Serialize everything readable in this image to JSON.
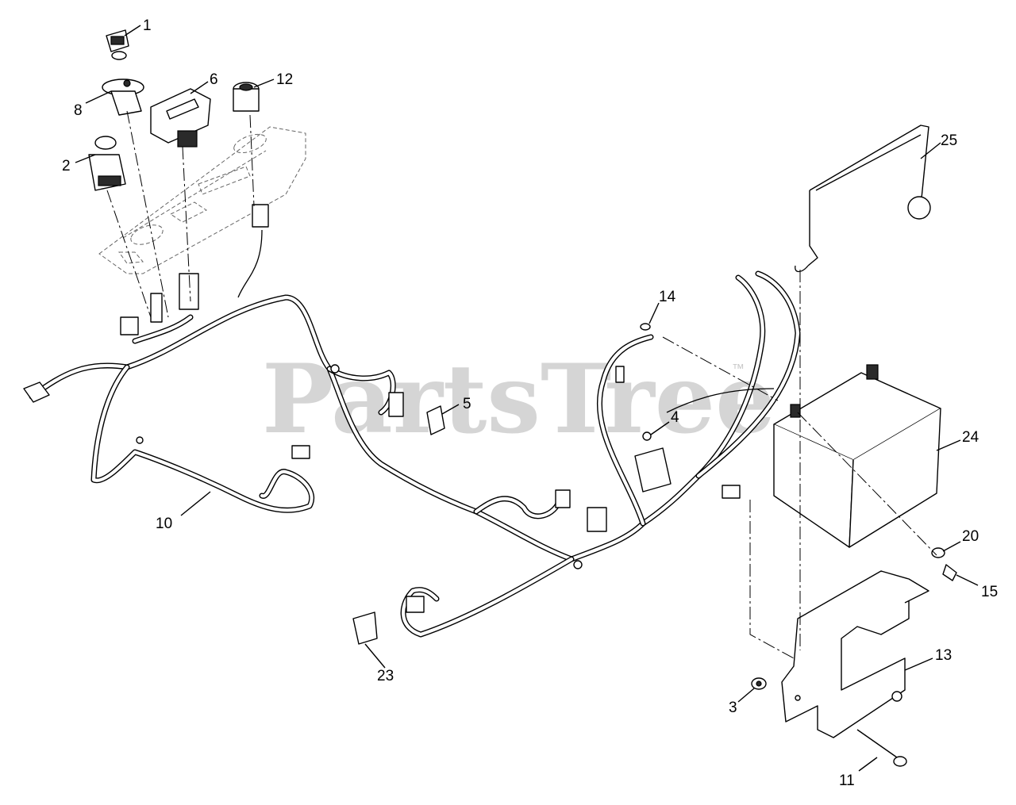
{
  "watermark": {
    "text": "PartsTree",
    "trademark": "™"
  },
  "callouts": [
    {
      "id": "c1",
      "label": "1"
    },
    {
      "id": "c8",
      "label": "8"
    },
    {
      "id": "c6",
      "label": "6"
    },
    {
      "id": "c12",
      "label": "12"
    },
    {
      "id": "c2",
      "label": "2"
    },
    {
      "id": "c25",
      "label": "25"
    },
    {
      "id": "c14",
      "label": "14"
    },
    {
      "id": "c5",
      "label": "5"
    },
    {
      "id": "c4",
      "label": "4"
    },
    {
      "id": "c24",
      "label": "24"
    },
    {
      "id": "c10",
      "label": "10"
    },
    {
      "id": "c20",
      "label": "20"
    },
    {
      "id": "c15",
      "label": "15"
    },
    {
      "id": "c13",
      "label": "13"
    },
    {
      "id": "c23",
      "label": "23"
    },
    {
      "id": "c3",
      "label": "3"
    },
    {
      "id": "c11",
      "label": "11"
    }
  ]
}
